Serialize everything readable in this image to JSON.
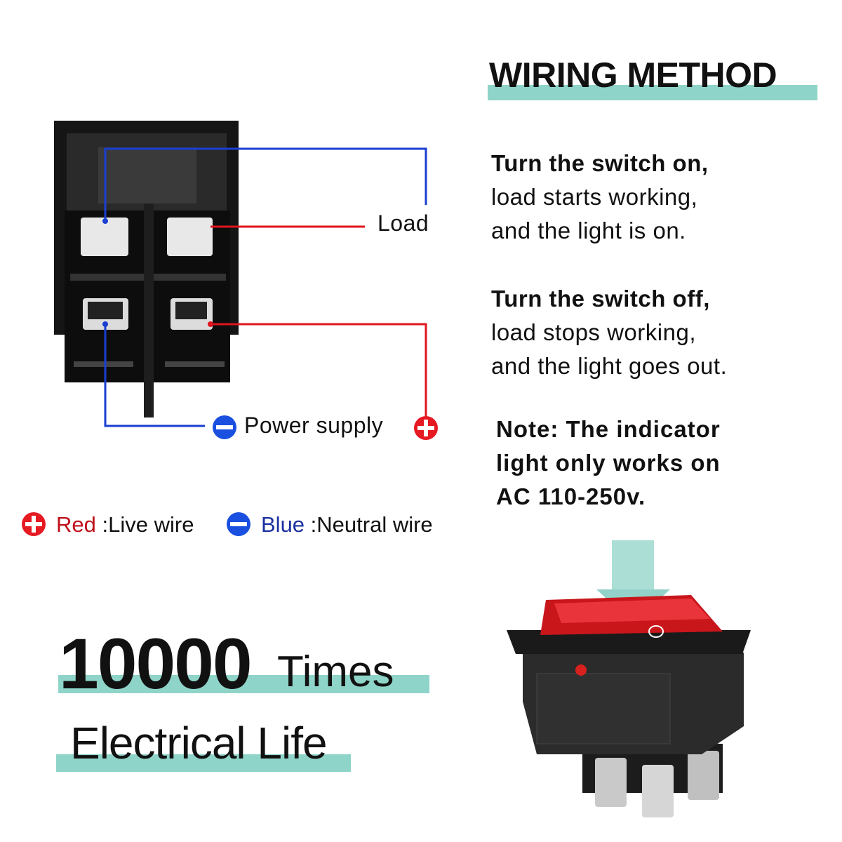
{
  "title": "WIRING METHOD",
  "on_text": {
    "bold": "Turn the switch on,",
    "line2": "load starts working,",
    "line3": "and the light is on."
  },
  "off_text": {
    "bold": "Turn the switch off,",
    "line2": "load stops working,",
    "line3": "and the light goes out."
  },
  "note": {
    "line1": "Note: The indicator",
    "line2": "light only works on",
    "line3": "AC 110-250v."
  },
  "diagram": {
    "load_label": "Load",
    "power_label": "Power supply"
  },
  "legend": {
    "red": "Red",
    "red_desc": ":Live wire",
    "blue": "Blue",
    "blue_desc": ":Neutral wire"
  },
  "life": {
    "count": "10000",
    "unit": "Times",
    "label": "Electrical Life"
  },
  "switch_symbol": "O",
  "colors": {
    "accent": "#8fd4c8",
    "live": "#e0141e",
    "neutral": "#1a3fd1"
  }
}
